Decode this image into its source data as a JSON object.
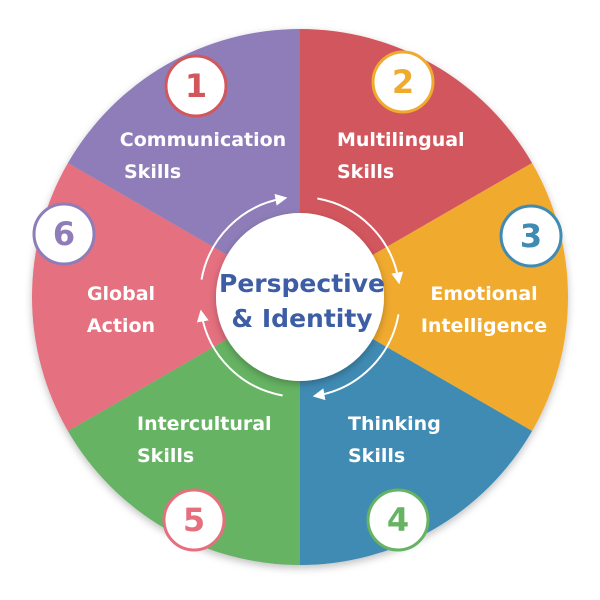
{
  "center": {
    "line1": "Perspective",
    "line2": "& Identity",
    "color": "#3d5ea5"
  },
  "segments": [
    {
      "number": "1",
      "line1": "Communication",
      "line2": "Skills",
      "color": "#d2575d",
      "icon": "number-badge"
    },
    {
      "number": "2",
      "line1": "Multilingual",
      "line2": "Skills",
      "color": "#f0aa2e",
      "icon": "number-badge"
    },
    {
      "number": "3",
      "line1": "Emotional",
      "line2": "Intelligence",
      "color": "#3f8bb3",
      "icon": "number-badge"
    },
    {
      "number": "4",
      "line1": "Thinking",
      "line2": "Skills",
      "color": "#66b363",
      "icon": "number-badge"
    },
    {
      "number": "5",
      "line1": "Intercultural",
      "line2": "Skills",
      "color": "#e56f7f",
      "icon": "number-badge"
    },
    {
      "number": "6",
      "line1": "Global",
      "line2": "Action",
      "color": "#8e7db8",
      "icon": "number-badge"
    }
  ],
  "cycle_arrow_color": "#ffffff"
}
